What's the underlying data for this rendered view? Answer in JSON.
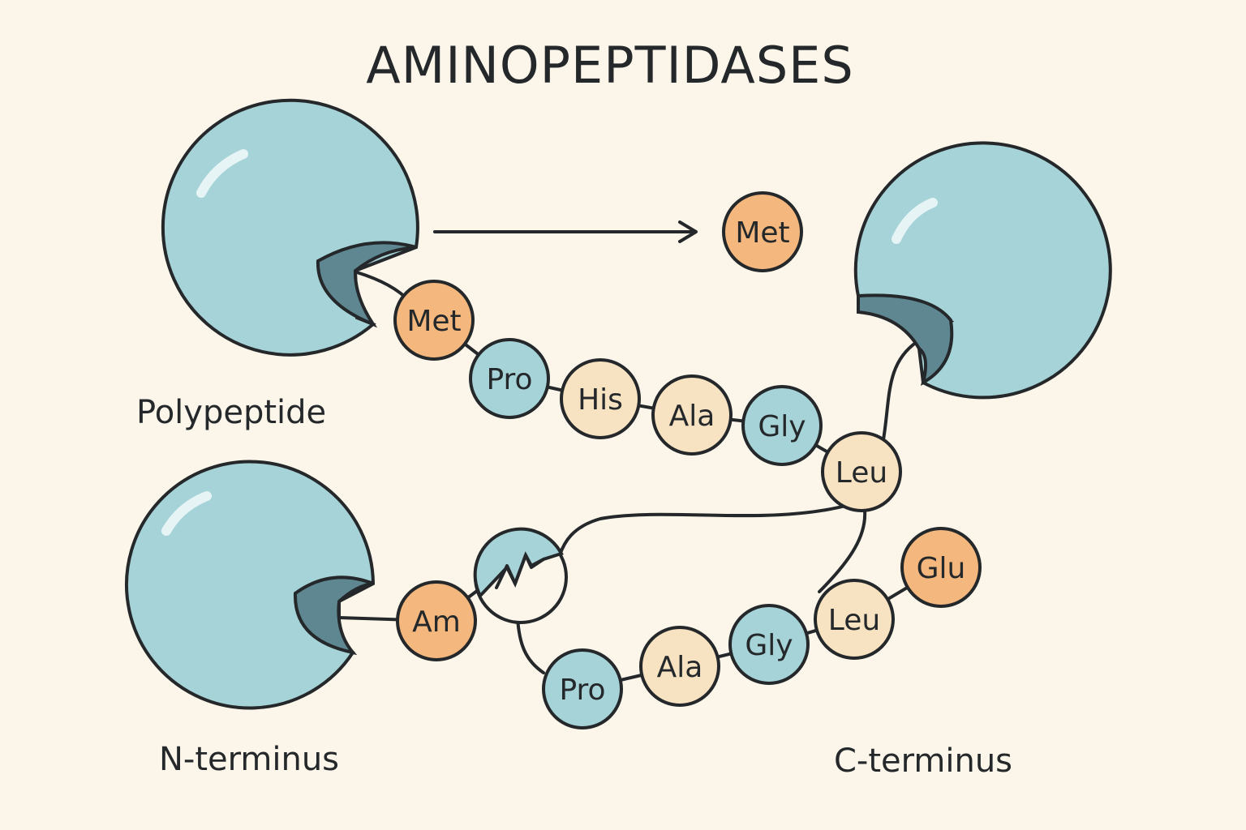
{
  "title": "AMINOPEPTIDASES",
  "labels": {
    "polypeptide": "Polypeptide",
    "n_terminus": "N-terminus",
    "c_terminus": "C-terminus"
  },
  "colors": {
    "background": "#fcf5ea",
    "enzyme": "#a6d3d8",
    "enzyme_pocket": "#5f8792",
    "residue_orange": "#f4b77e",
    "residue_cream": "#f7e2c2",
    "residue_blue": "#a6d3d8",
    "outline": "#24282a"
  },
  "released": {
    "label": "Met",
    "color": "orange"
  },
  "chain_top": [
    {
      "label": "Met",
      "color": "orange"
    },
    {
      "label": "Pro",
      "color": "blue"
    },
    {
      "label": "His",
      "color": "cream"
    },
    {
      "label": "Ala",
      "color": "cream"
    },
    {
      "label": "Gly",
      "color": "blue"
    },
    {
      "label": "Leu",
      "color": "cream"
    }
  ],
  "chain_bottom": [
    {
      "label": "Am",
      "color": "orange"
    },
    {
      "label": "Pro",
      "color": "blue"
    },
    {
      "label": "Ala",
      "color": "cream"
    },
    {
      "label": "Gly",
      "color": "blue"
    },
    {
      "label": "Leu",
      "color": "cream"
    },
    {
      "label": "Glu",
      "color": "orange"
    }
  ],
  "active_site_icon": "zigzag-cleavage-icon"
}
